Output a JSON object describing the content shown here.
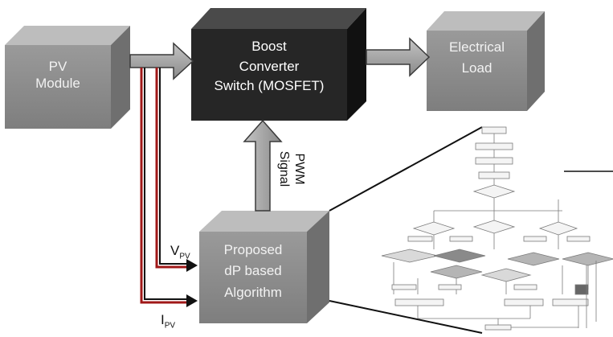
{
  "blocks": {
    "pv_module": [
      "PV",
      "Module"
    ],
    "boost_converter": [
      "Boost",
      "Converter",
      "Switch (MOSFET)"
    ],
    "electrical_load": [
      "Electrical",
      "Load"
    ],
    "algorithm": [
      "Proposed",
      "dP based",
      "Algorithm"
    ]
  },
  "signals": {
    "pwm": [
      "PWM",
      "Signal"
    ],
    "v_pv": {
      "main": "V",
      "sub": "PV"
    },
    "i_pv": {
      "main": "I",
      "sub": "PV"
    }
  },
  "colors": {
    "light_box_front": "#8e8e8e",
    "light_box_top": "#bdbdbd",
    "light_box_side": "#6f6f6f",
    "dark_box_front": "#262626",
    "dark_box_top": "#4a4a4a",
    "dark_box_side": "#111111",
    "signal_line": "#a01818"
  }
}
